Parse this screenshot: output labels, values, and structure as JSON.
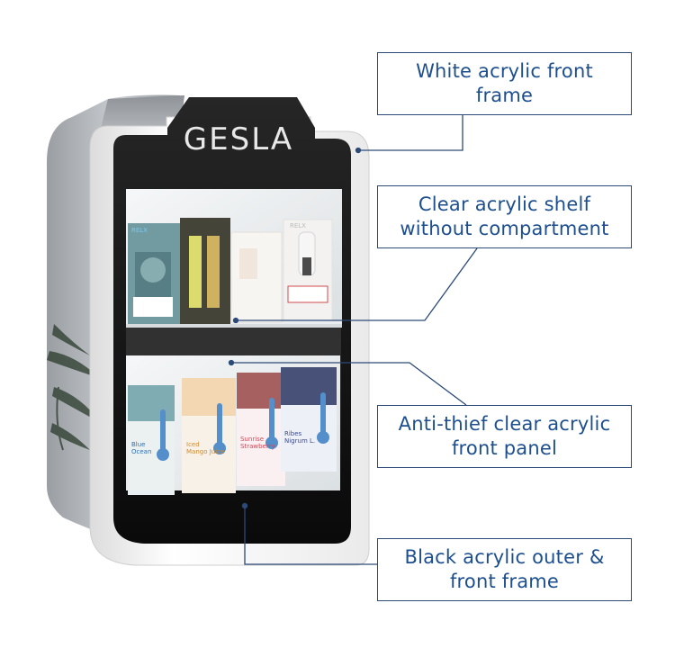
{
  "logo": {
    "text": "GESLA"
  },
  "callouts": [
    {
      "id": "front-frame",
      "text": "White acrylic front frame"
    },
    {
      "id": "shelf",
      "text": "Clear acrylic shelf\nwithout compartment"
    },
    {
      "id": "front-panel",
      "text": "Anti-thief clear acrylic\nfront panel"
    },
    {
      "id": "outer-frame",
      "text": "Black acrylic outer &\nfront frame"
    }
  ],
  "product_labels": {
    "relx_a": "RELX",
    "relx_b": "RELX",
    "box_blue": "Blue\nOcean",
    "box_mango": "Iced\nMango Juice",
    "box_straw": "Sunrise\nStrawberry",
    "box_berry": "Ribes\nNigrum L."
  },
  "colors": {
    "label_text": "#1d4f8f",
    "label_border": "#2c4a78",
    "cabinet_black": "#111111",
    "frame_white": "#f4f4f4"
  }
}
